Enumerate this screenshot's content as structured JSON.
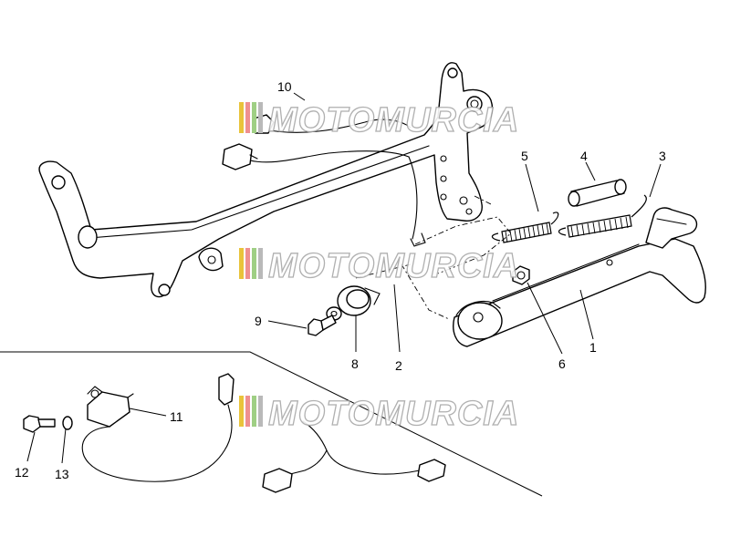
{
  "watermark": {
    "text": "MOTOMURCIA",
    "stripe_colors": [
      "#e9c33a",
      "#ef8f8f",
      "#9fcf84",
      "#b9b9b9"
    ]
  },
  "callouts": [
    "1",
    "2",
    "3",
    "4",
    "5",
    "6",
    "8",
    "9",
    "10",
    "11",
    "12",
    "13"
  ]
}
